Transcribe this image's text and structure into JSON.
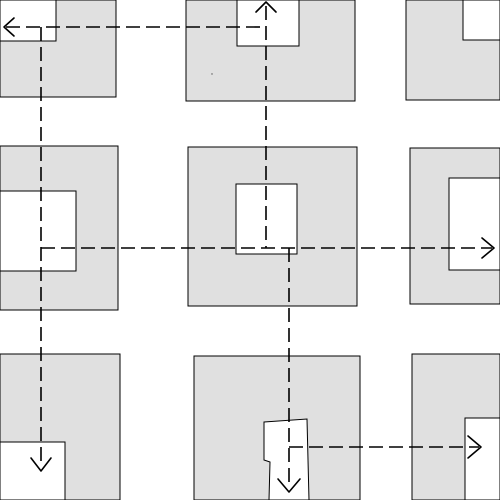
{
  "colors": {
    "background": "#ffffff",
    "tile_fill": "#e0e0e0",
    "hole_fill": "#ffffff",
    "outline": "#000000",
    "path": "#000000"
  },
  "figure": {
    "description_elements": [
      "tile-grid",
      "dashed-path",
      "arrowheads"
    ],
    "tile_rows": 3,
    "tile_cols": 3,
    "arrow_count": 6
  }
}
